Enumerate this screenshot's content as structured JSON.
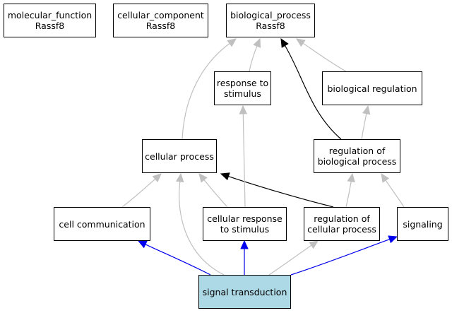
{
  "colors": {
    "gray": "#c0c0c0",
    "black": "#000000",
    "blue": "#0000ee",
    "highlight": "#add8e6"
  },
  "nodes": {
    "mf": {
      "line1": "molecular_function",
      "line2": "Rassf8"
    },
    "cc": {
      "line1": "cellular_component",
      "line2": "Rassf8"
    },
    "bp": {
      "line1": "biological_process",
      "line2": "Rassf8"
    },
    "rs": {
      "line1": "response to",
      "line2": "stimulus"
    },
    "br": {
      "line1": "biological regulation"
    },
    "cp": {
      "line1": "cellular process"
    },
    "rbp": {
      "line1": "regulation of",
      "line2": "biological process"
    },
    "cc2": {
      "line1": "cell communication"
    },
    "crs": {
      "line1": "cellular response",
      "line2": "to stimulus"
    },
    "rcp": {
      "line1": "regulation of",
      "line2": "cellular process"
    },
    "sig": {
      "line1": "signaling"
    },
    "st": {
      "line1": "signal transduction"
    }
  },
  "edges": [
    {
      "from": "cp",
      "to": "bp",
      "color": "gray"
    },
    {
      "from": "rs",
      "to": "bp",
      "color": "gray"
    },
    {
      "from": "rbp",
      "to": "bp",
      "color": "black"
    },
    {
      "from": "br",
      "to": "bp",
      "color": "gray"
    },
    {
      "from": "rbp",
      "to": "br",
      "color": "gray"
    },
    {
      "from": "cc2",
      "to": "cp",
      "color": "gray"
    },
    {
      "from": "crs",
      "to": "cp",
      "color": "gray"
    },
    {
      "from": "rcp",
      "to": "cp",
      "color": "black"
    },
    {
      "from": "crs",
      "to": "rs",
      "color": "gray"
    },
    {
      "from": "rcp",
      "to": "rbp",
      "color": "gray"
    },
    {
      "from": "sig",
      "to": "rbp",
      "color": "gray"
    },
    {
      "from": "st",
      "to": "cp",
      "color": "gray"
    },
    {
      "from": "st",
      "to": "cc2",
      "color": "blue"
    },
    {
      "from": "st",
      "to": "crs",
      "color": "blue"
    },
    {
      "from": "st",
      "to": "rcp",
      "color": "gray"
    },
    {
      "from": "st",
      "to": "sig",
      "color": "blue"
    }
  ]
}
